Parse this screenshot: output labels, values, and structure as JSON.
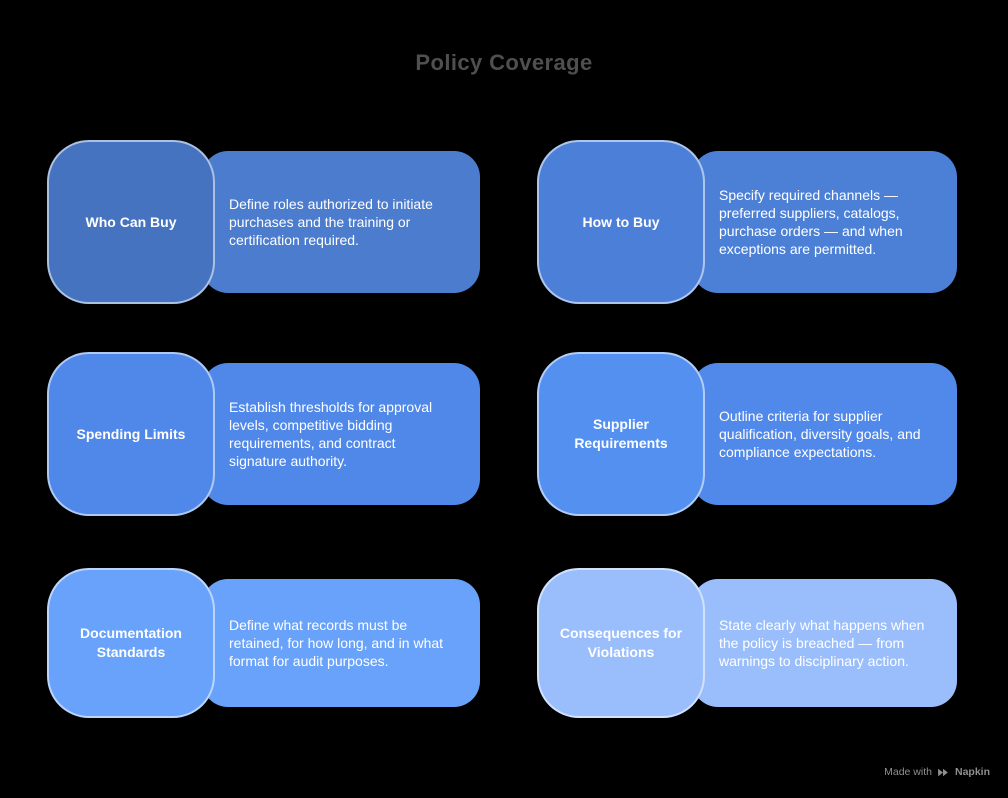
{
  "title": "Policy Coverage",
  "cards": [
    {
      "label": "Who Can Buy",
      "description": "Define roles authorized to initiate purchases and the training or certification required.",
      "label_color": "#4573BF",
      "desc_color": "#4B7CCD"
    },
    {
      "label": "How to Buy",
      "description": "Specify required channels — preferred suppliers, catalogs, purchase orders — and when exceptions are permitted.",
      "label_color": "#4C80D8",
      "desc_color": "#4C80D6"
    },
    {
      "label": "Spending Limits",
      "description": "Establish thresholds for approval levels, competitive bidding requirements, and contract signature authority.",
      "label_color": "#4F88E8",
      "desc_color": "#4F88E8"
    },
    {
      "label": "Supplier Requirements",
      "description": "Outline criteria for supplier qualification, diversity goals, and compliance expectations.",
      "label_color": "#5390F0",
      "desc_color": "#5189EA"
    },
    {
      "label": "Documentation Standards",
      "description": "Define what records must be retained, for how long, and in what format for audit purposes.",
      "label_color": "#69A2FA",
      "desc_color": "#69A2FA"
    },
    {
      "label": "Consequences for Violations",
      "description": "State clearly what happens when the policy is breached — from warnings to disciplinary action.",
      "label_color": "#9ABEFC",
      "desc_color": "#9ABEFC"
    }
  ],
  "watermark": {
    "prefix": "Made with",
    "brand": "Napkin",
    "color": "#8F8F8F"
  },
  "colors": {
    "background": "#000000",
    "title": "#4F4F4F",
    "card_text": "#FFFFFF"
  }
}
